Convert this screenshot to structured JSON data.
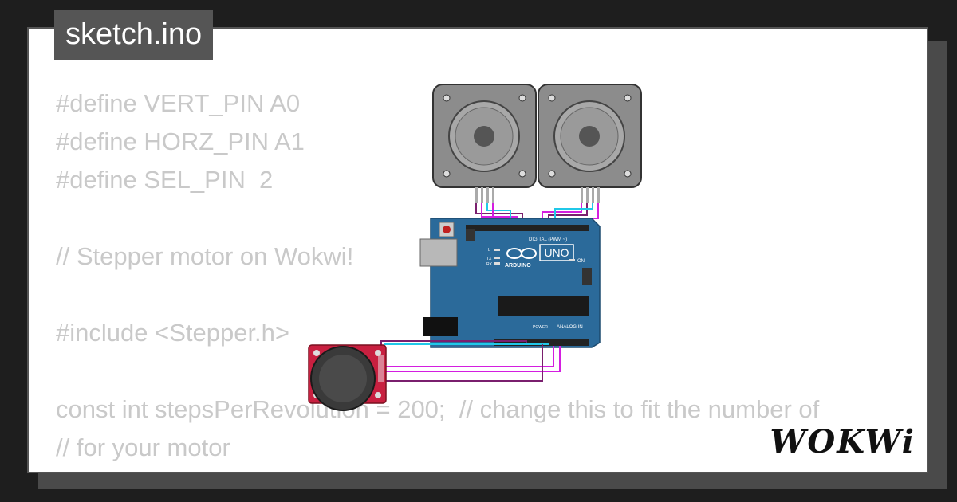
{
  "title": "sketch.ino",
  "code_lines": [
    "#define VERT_PIN A0",
    "#define HORZ_PIN A1",
    "#define SEL_PIN  2",
    "",
    "// Stepper motor on Wokwi!",
    "",
    "#include <Stepper.h>",
    "",
    "const int stepsPerRevolution = 200;  // change this to fit the number of",
    "// for your motor"
  ],
  "board": {
    "label_uno": "UNO",
    "label_arduino": "ARDUINO",
    "label_digital": "DIGITAL (PWM ~)",
    "label_analog": "ANALOG IN",
    "label_power": "POWER",
    "label_on": "ON",
    "label_l": "L",
    "label_tx": "TX",
    "label_rx": "RX"
  },
  "logo": "WOKWi",
  "colors": {
    "board_blue": "#2b6a9a",
    "wire_magenta": "#d41ee0",
    "wire_cyan": "#20c8e8",
    "wire_purple": "#7a1f6e",
    "motor_gray": "#8c8c8c",
    "joystick_red": "#c82040"
  }
}
